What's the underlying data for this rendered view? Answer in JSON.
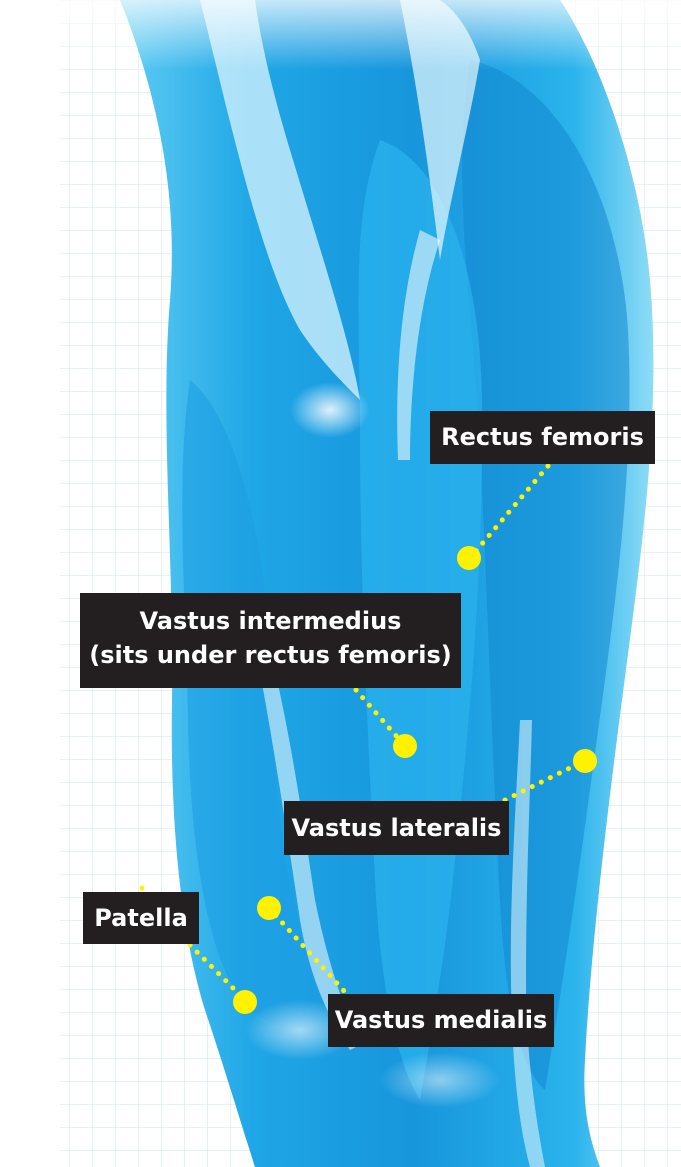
{
  "diagram": {
    "labels": [
      {
        "id": "rectus-femoris",
        "text": "Rectus femoris"
      },
      {
        "id": "vastus-intermedius",
        "line1": "Vastus intermedius",
        "line2": "(sits under rectus femoris)"
      },
      {
        "id": "vastus-lateralis",
        "text": "Vastus lateralis"
      },
      {
        "id": "patella",
        "text": "Patella"
      },
      {
        "id": "vastus-medialis",
        "text": "Vastus medialis"
      }
    ]
  },
  "colors": {
    "background": "#ffffff",
    "grid": "#cfe6ee",
    "muscle_deep": "#0f8fd6",
    "muscle_mid": "#2fb6ee",
    "muscle_light": "#c9eefb",
    "label_bg": "#231f20",
    "label_text": "#ffffff",
    "leader": "#fff200"
  }
}
